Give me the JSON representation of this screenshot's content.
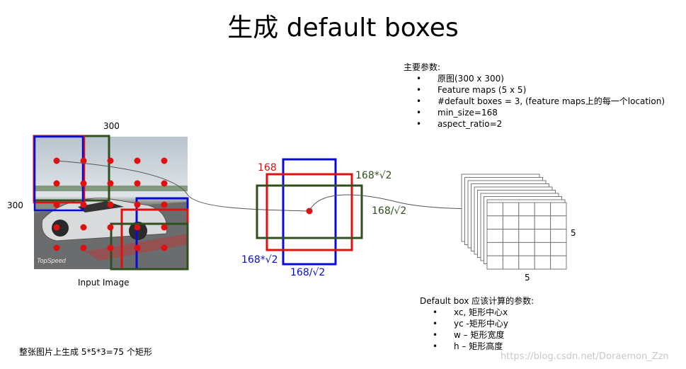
{
  "title": "生成 default boxes",
  "params": {
    "heading": "主要参数:",
    "items": [
      "原图(300 x 300)",
      "Feature maps (5 x 5)",
      "#default boxes = 3, (feature maps上的每一个location)",
      "min_size=168",
      "aspect_ratio=2"
    ]
  },
  "input_image": {
    "width_label": "300",
    "height_label": "300",
    "caption": "Input Image",
    "logo": "TopSpeed"
  },
  "boxes": {
    "square_label": "168",
    "wide_width_label": "168*√2",
    "wide_height_label": "168/√2",
    "tall_height_label": "168*√2",
    "tall_width_label": "168/√2"
  },
  "feature_map": {
    "width_label": "5",
    "height_label": "5",
    "grid_size": 5
  },
  "default_box_params": {
    "heading": "Default box 应该计算的参数:",
    "items": [
      "xc, 矩形中心x",
      "yc -矩形中心y",
      "w – 矩形宽度",
      "h – 矩形高度"
    ]
  },
  "footer": "整张图片上生成 5*5*3=75 个矩形",
  "watermark": "https://blog.csdn.net/Doraemon_Zzn",
  "colors": {
    "red": "#e00000",
    "blue": "#0000d0",
    "green": "#2e4d1a",
    "box_red": "#e01010",
    "box_blue": "#0a0ad6",
    "box_green": "#2f4f1f"
  }
}
